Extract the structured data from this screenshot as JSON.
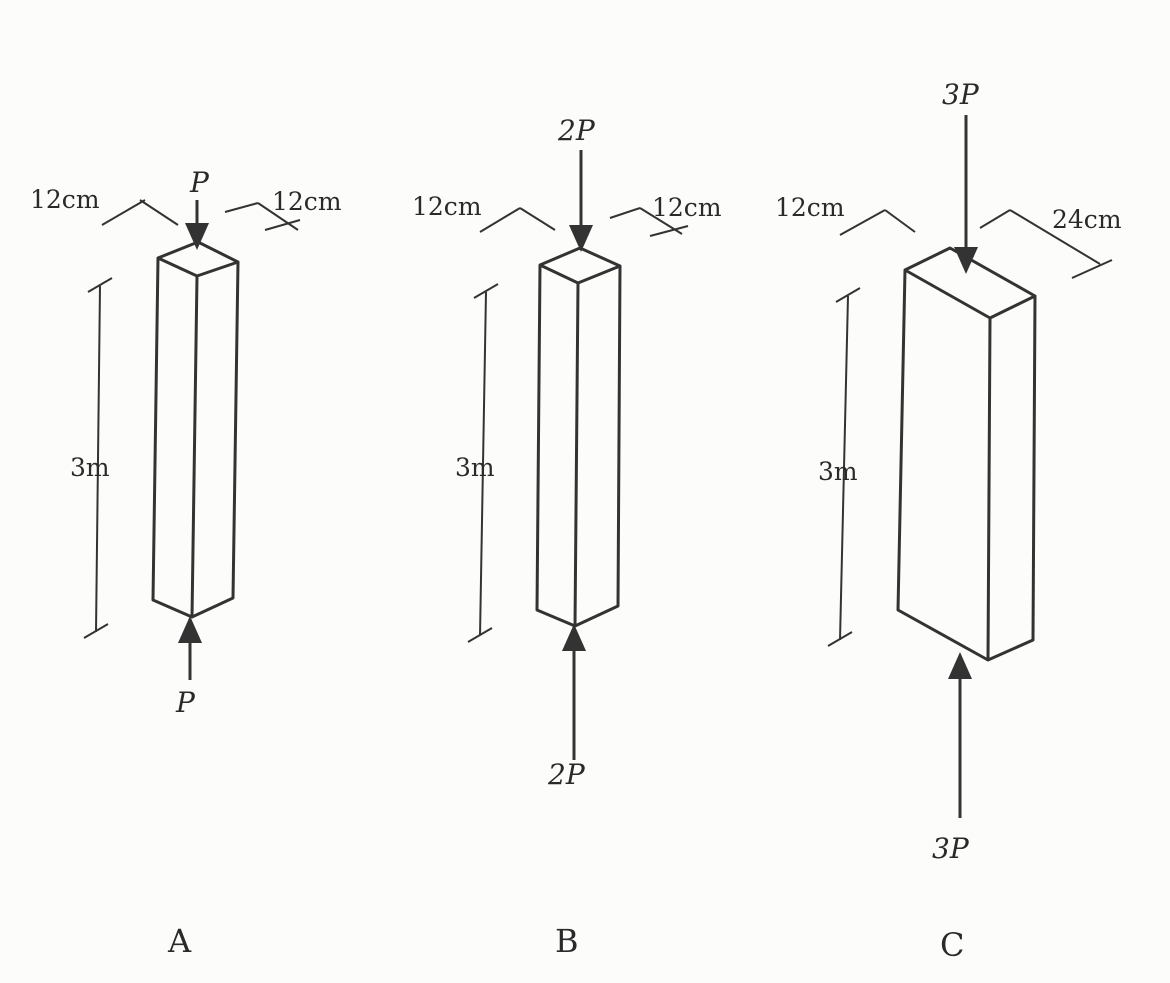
{
  "figures": [
    {
      "id": "A",
      "caption": "A",
      "top_load": "P",
      "bottom_load": "P",
      "width_left": "12cm",
      "width_right": "12cm",
      "height": "3m"
    },
    {
      "id": "B",
      "caption": "B",
      "top_load": "2P",
      "bottom_load": "2P",
      "width_left": "12cm",
      "width_right": "12cm",
      "height": "3m"
    },
    {
      "id": "C",
      "caption": "C",
      "top_load": "3P",
      "bottom_load": "3P",
      "width_left": "12cm",
      "width_right": "24cm",
      "height": "3m"
    }
  ]
}
